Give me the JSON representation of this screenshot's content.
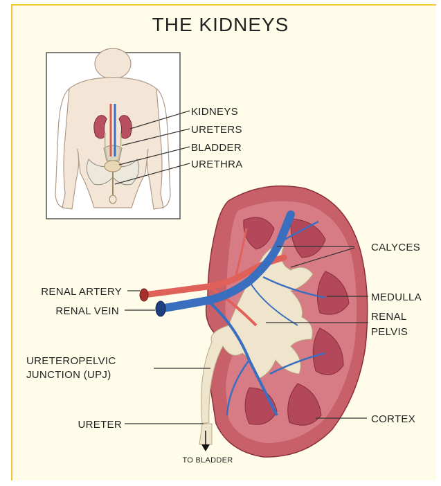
{
  "title": "THE KIDNEYS",
  "body_labels": {
    "kidneys": "KIDNEYS",
    "ureters": "URETERS",
    "bladder": "BLADDER",
    "urethra": "URETHRA"
  },
  "kidney_labels": {
    "calyces": "CALYCES",
    "medulla": "MEDULLA",
    "renal_pelvis_1": "RENAL",
    "renal_pelvis_2": "PELVIS",
    "cortex": "CORTEX",
    "renal_artery": "RENAL ARTERY",
    "renal_vein": "RENAL VEIN",
    "upj_1": "URETEROPELVIC",
    "upj_2": "JUNCTION (UPJ)",
    "ureter": "URETER",
    "to_bladder": "TO BLADDER"
  },
  "colors": {
    "cortex": "#c8606a",
    "medulla": "#b2485a",
    "pelvis": "#efe4cc",
    "artery": "#e0605a",
    "vein": "#3a6fc0",
    "skin": "#f3e6d6",
    "frame": "#f0c830"
  }
}
